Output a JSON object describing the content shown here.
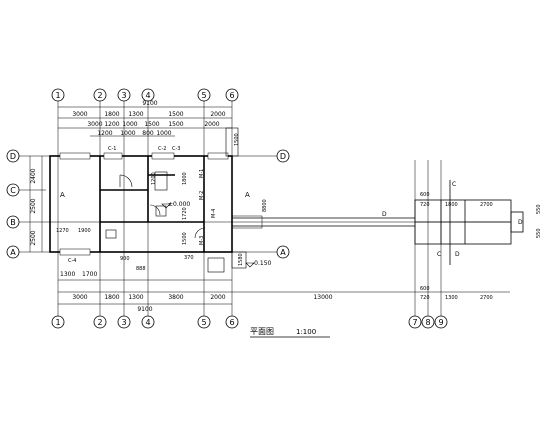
{
  "drawing": {
    "title": "平面图",
    "scale": "1:100",
    "axes_numbered_top": [
      "1",
      "2",
      "3",
      "4",
      "5",
      "6"
    ],
    "axes_numbered_bottom": [
      "1",
      "2",
      "3",
      "4",
      "5",
      "6",
      "7",
      "8",
      "9"
    ],
    "axes_lettered": [
      "D",
      "C",
      "B",
      "A"
    ],
    "dims_top_total": "9100",
    "dims_top_row1": [
      "3000",
      "1800",
      "1300",
      "1500",
      "2000"
    ],
    "dims_top_row2": [
      "3000",
      "1200",
      "1000",
      "1500",
      "1500",
      "2000"
    ],
    "dims_top_row3": [
      "1200",
      "1000",
      "800",
      "1000"
    ],
    "dims_bottom_row1": [
      "3000",
      "1800",
      "1300",
      "3800",
      "2000"
    ],
    "dims_bottom_total": "9100",
    "dims_bottom_canopy": "13000",
    "dims_right_bottom": [
      "600",
      "720",
      "1300",
      "2700"
    ],
    "dims_right_top": [
      "600",
      "720",
      "1800",
      "2700"
    ],
    "dims_left": [
      "2400",
      "2500",
      "2500"
    ],
    "dims_left_inner": [
      "1270",
      "1900",
      "1300",
      "1700"
    ],
    "dims_right_side": [
      "1500",
      "8800",
      "1580"
    ],
    "door_window_tags": [
      "C-1",
      "C-2",
      "C-3",
      "M-1",
      "M-2",
      "M-3",
      "M-4",
      "C-4"
    ],
    "elevations": [
      "±0.000",
      "-0.150"
    ],
    "misc_numbers": [
      "1200",
      "1800",
      "1720",
      "1500",
      "370",
      "900",
      "888",
      "1200",
      "1200",
      "550",
      "550"
    ],
    "section_marks": [
      "A",
      "A",
      "D"
    ]
  }
}
